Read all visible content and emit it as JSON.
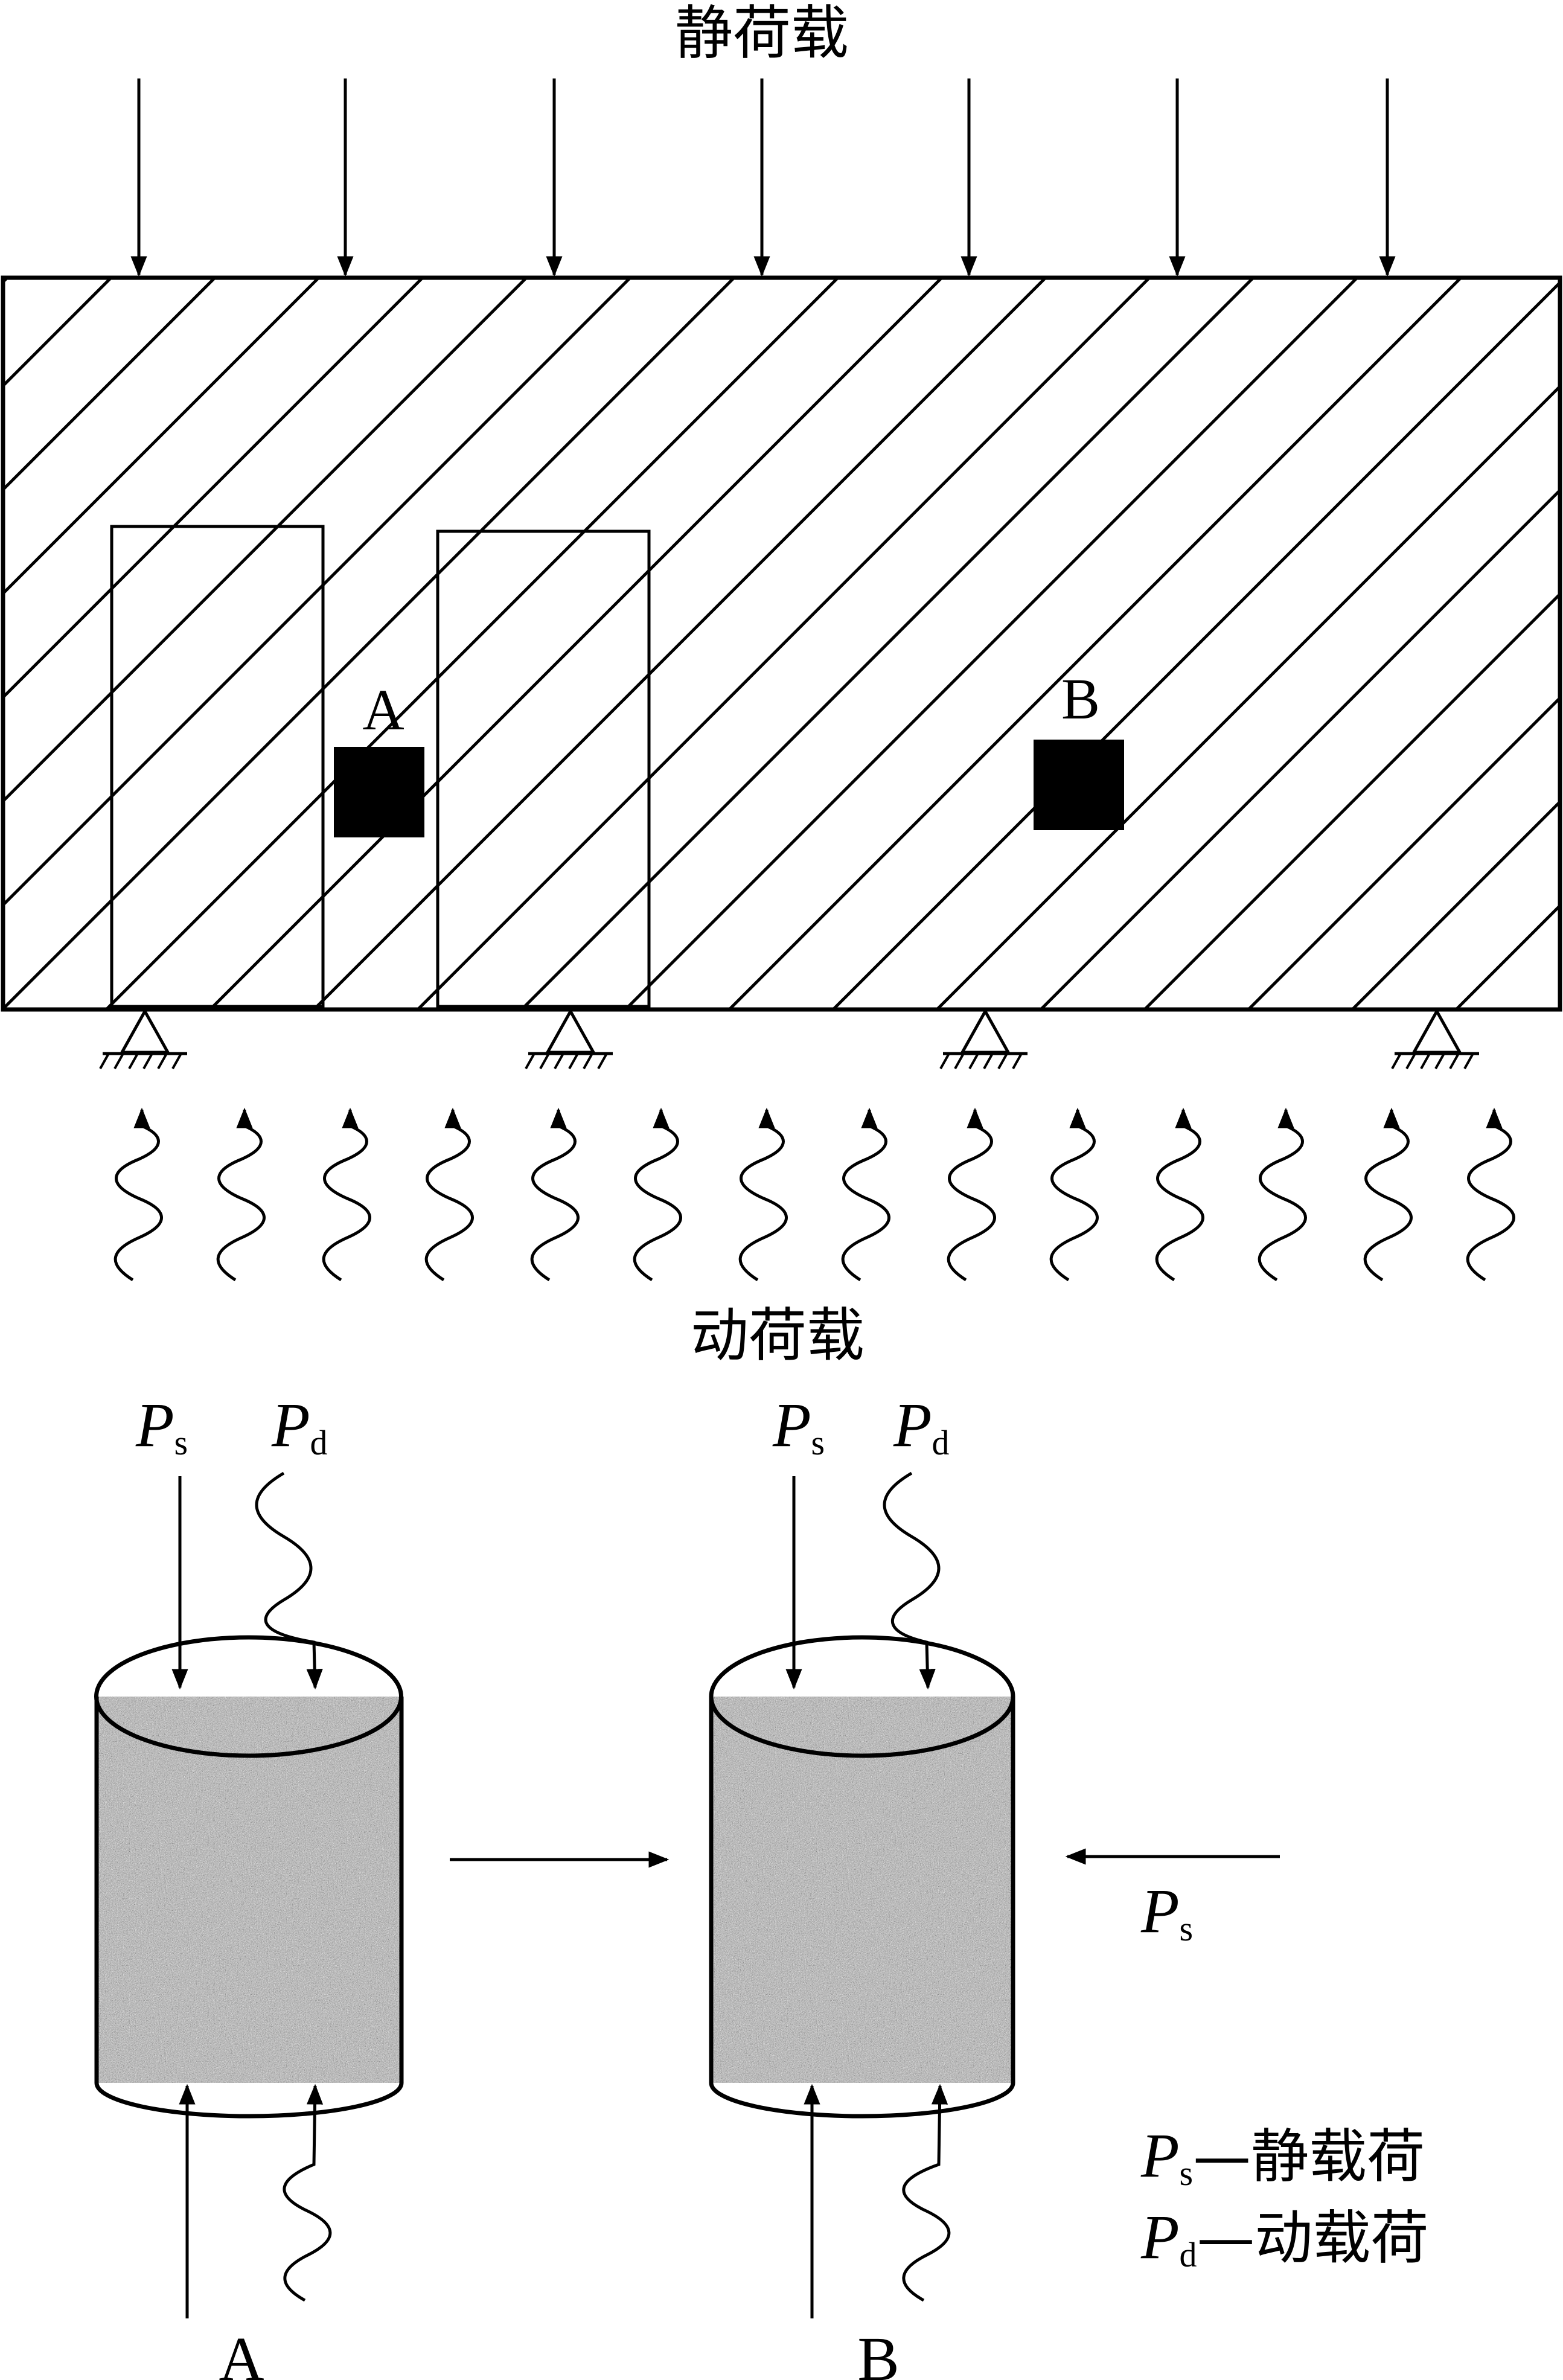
{
  "labels": {
    "static_load": "静荷载",
    "dynamic_load": "动荷载",
    "point_a": "A",
    "point_b": "B",
    "sample_a": "A",
    "sample_b": "B",
    "P": "P",
    "s": "s",
    "d": "d"
  },
  "legend": {
    "static_desc": "—静载荷",
    "dynamic_desc": "—动载荷"
  },
  "colors": {
    "stroke": "#000000",
    "cap_fill": "#e6e4e4",
    "body_fill": "#a7a7a7",
    "marker": "#000000",
    "pillar_fill": "#ffffff"
  },
  "icons": {
    "support": "pin-support-icon",
    "wave_arrow": "dynamic-load-wave-arrow-icon",
    "straight_arrow": "static-load-arrow-icon"
  }
}
